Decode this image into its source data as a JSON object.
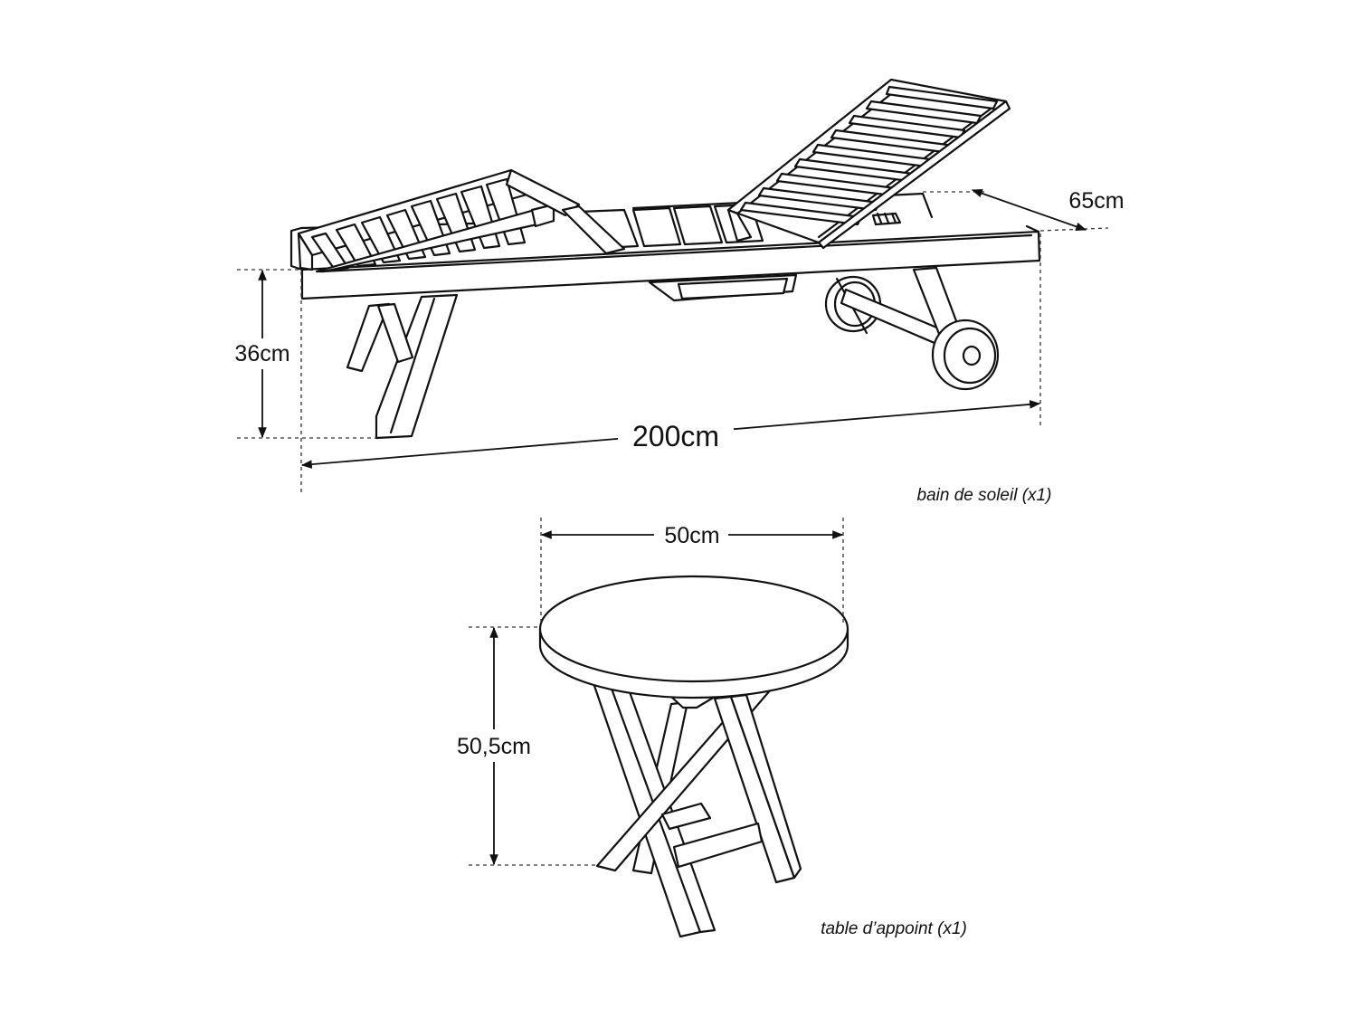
{
  "lounger": {
    "caption": "bain de soleil (x1)",
    "dimensions": {
      "length": "200cm",
      "height": "36cm",
      "width": "65cm"
    }
  },
  "side_table": {
    "caption": "table d’appoint (x1)",
    "dimensions": {
      "diameter": "50cm",
      "height": "50,5cm"
    }
  }
}
